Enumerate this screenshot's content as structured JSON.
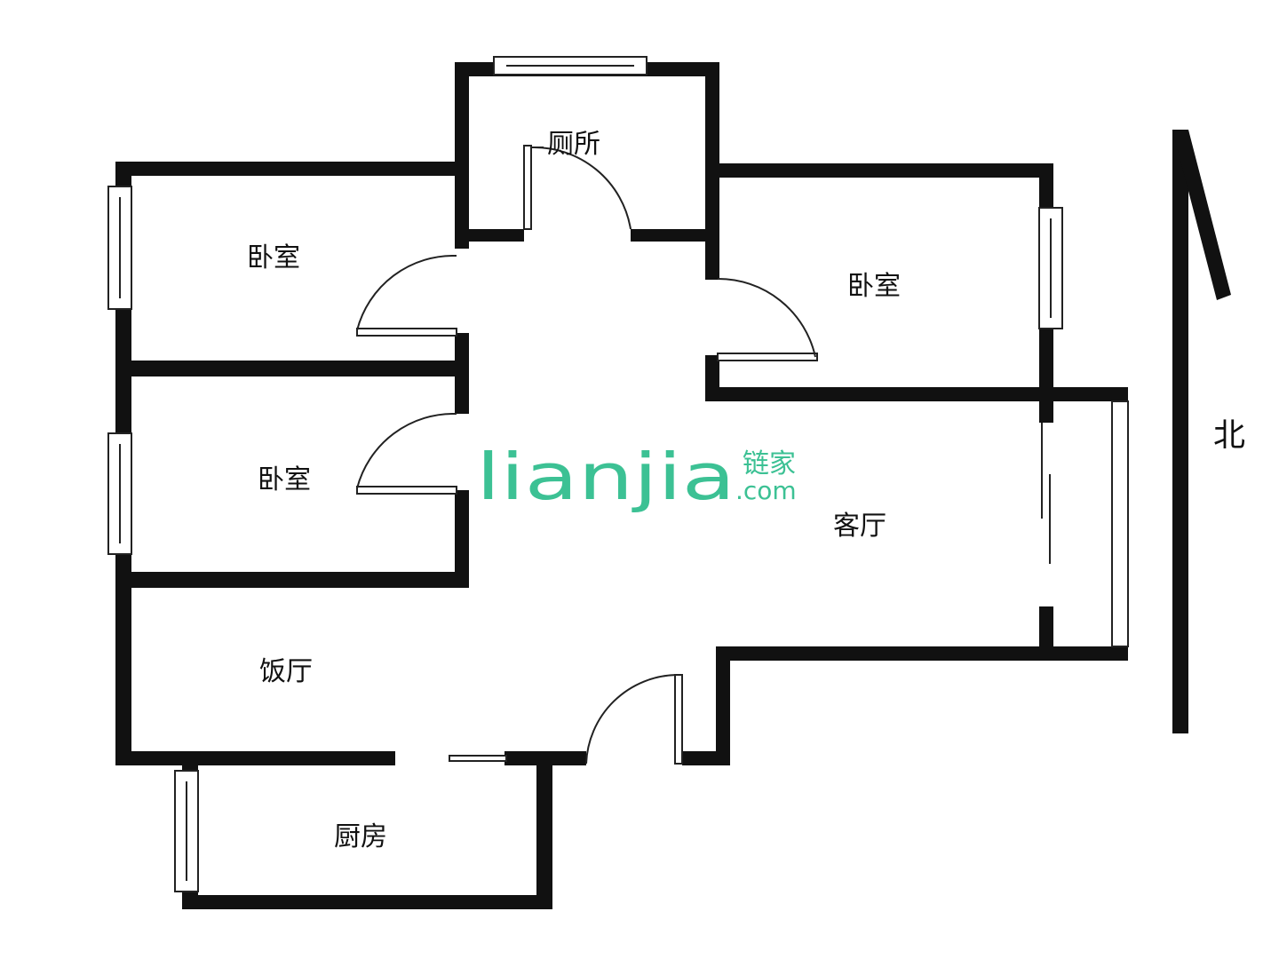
{
  "rooms": {
    "bathroom": "厕所",
    "bedroom_nw": "卧室",
    "bedroom_ne": "卧室",
    "bedroom_w": "卧室",
    "living_room": "客厅",
    "dining_room": "饭厅",
    "kitchen": "厨房"
  },
  "compass": {
    "north": "北"
  },
  "watermark": {
    "brand": "lianjia",
    "cn": "链家",
    "domain": ".com",
    "color": "#3cc194"
  },
  "colors": {
    "wall": "#111111",
    "line": "#222222"
  }
}
